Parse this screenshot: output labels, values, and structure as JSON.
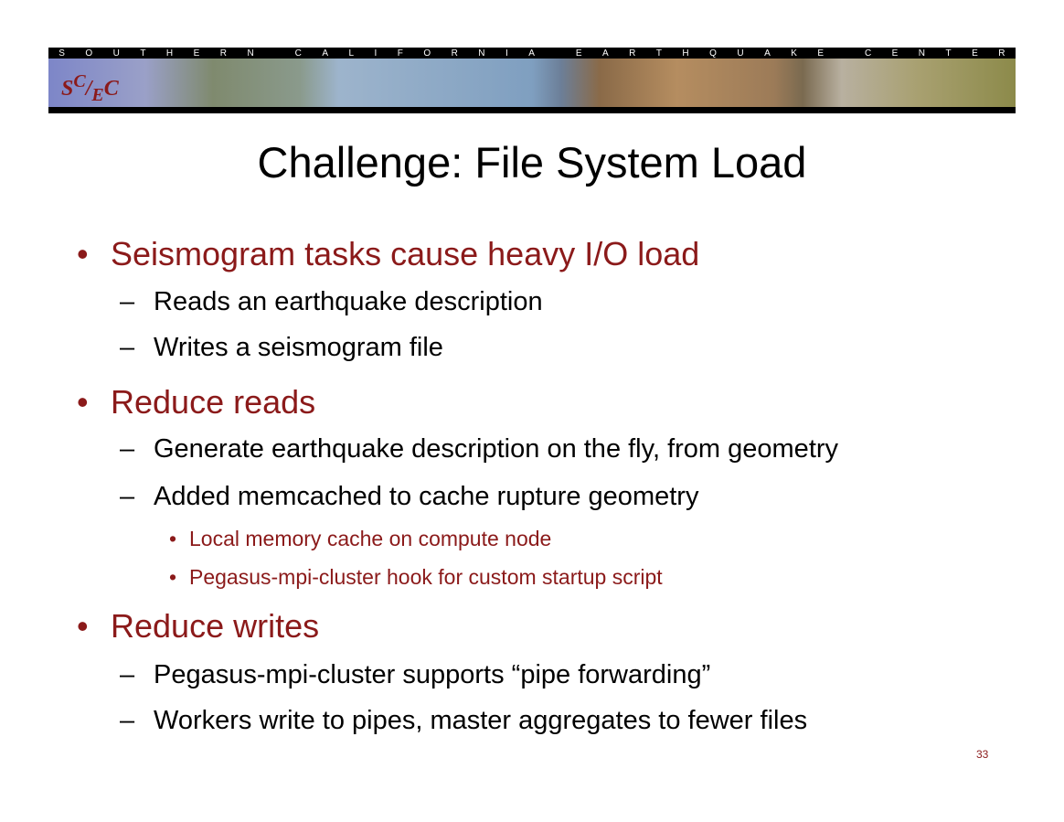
{
  "banner": {
    "text": [
      "S",
      "O",
      "U",
      "T",
      "H",
      "E",
      "R",
      "N",
      " ",
      "C",
      "A",
      "L",
      "I",
      "F",
      "O",
      "R",
      "N",
      "I",
      "A",
      " ",
      "E",
      "A",
      "R",
      "T",
      "H",
      "Q",
      "U",
      "A",
      "K",
      "E",
      " ",
      "C",
      "E",
      "N",
      "T",
      "E",
      "R"
    ],
    "full": "SOUTHERN CALIFORNIA EARTHQUAKE CENTER",
    "logo": "SC/EC"
  },
  "title": "Challenge:  File System Load",
  "bullets": [
    {
      "text": "Seismogram tasks cause heavy I/O load",
      "subs": [
        "Reads an earthquake description",
        "Writes a seismogram file"
      ]
    },
    {
      "text": "Reduce reads",
      "subs": [
        "Generate earthquake description on the fly, from geometry",
        "Added memcached to cache rupture geometry"
      ],
      "subsubs": [
        "Local memory cache on compute node",
        "Pegasus-mpi-cluster hook for custom startup script"
      ]
    },
    {
      "text": "Reduce writes",
      "subs": [
        "Pegasus-mpi-cluster supports “pipe forwarding”",
        "Workers write to pipes, master aggregates to fewer files"
      ]
    }
  ],
  "markers": {
    "bullet": "•",
    "dash": "–"
  },
  "page_number": "33"
}
